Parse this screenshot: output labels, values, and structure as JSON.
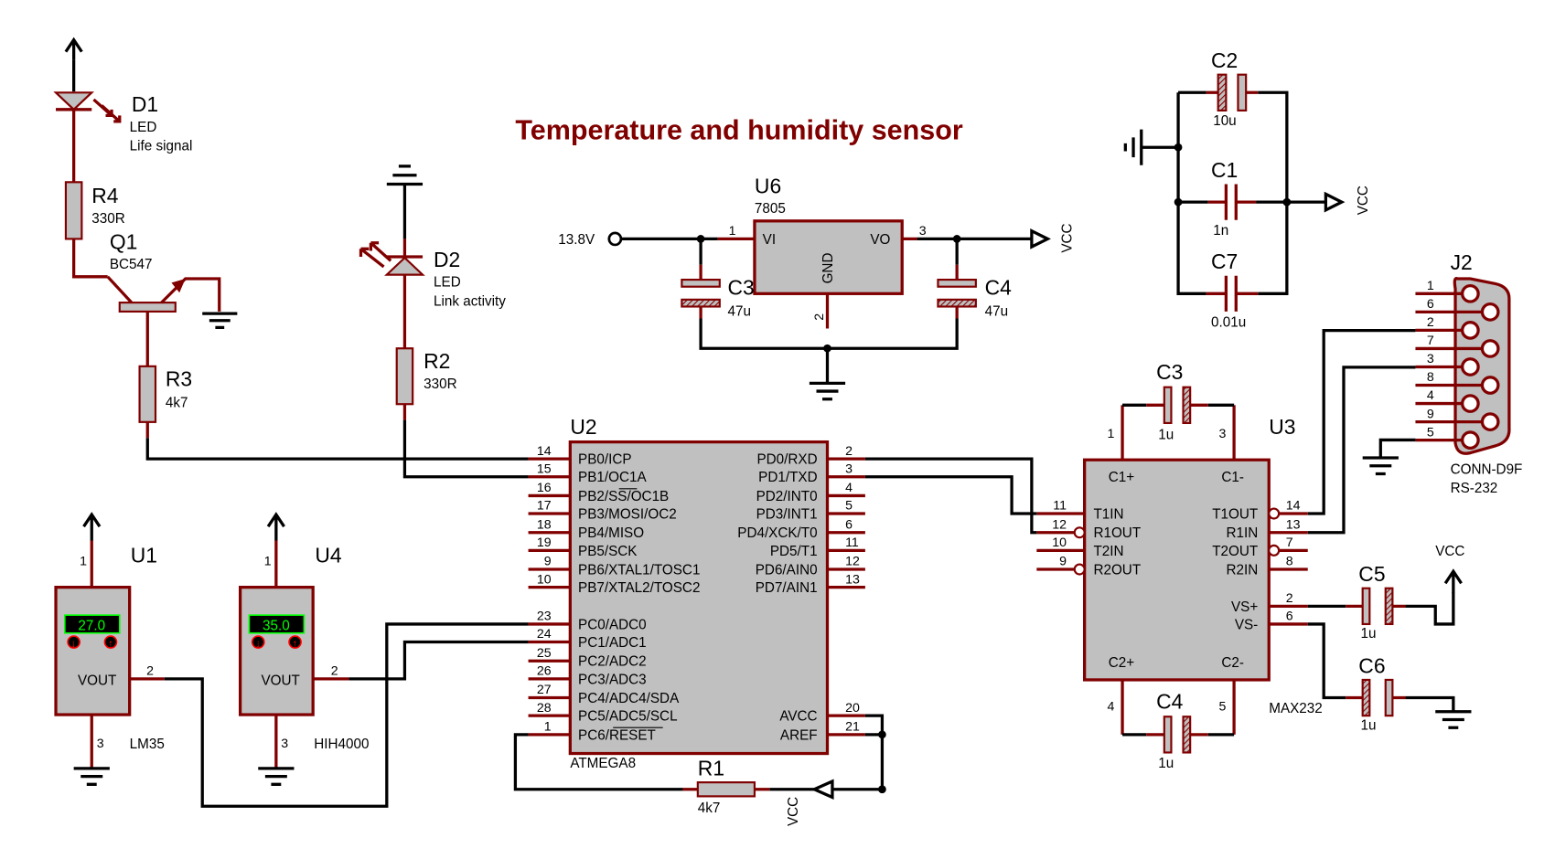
{
  "title": "Temperature and humidity sensor",
  "colors": {
    "wire": "#000000",
    "pin": "#800000",
    "body": "#c0c0c0",
    "title": "#800000",
    "display_text": "#00ff00"
  },
  "nets": {
    "input": "13.8V",
    "vcc": "VCC"
  },
  "d1": {
    "ref": "D1",
    "value": "LED",
    "note": "Life signal"
  },
  "r4": {
    "ref": "R4",
    "value": "330R"
  },
  "q1": {
    "ref": "Q1",
    "value": "BC547"
  },
  "r3": {
    "ref": "R3",
    "value": "4k7"
  },
  "d2": {
    "ref": "D2",
    "value": "LED",
    "note": "Link activity"
  },
  "r2": {
    "ref": "R2",
    "value": "330R"
  },
  "u6": {
    "ref": "U6",
    "value": "7805",
    "vi": "VI",
    "vo": "VO",
    "gnd": "GND",
    "pin_in": "1",
    "pin_out": "3",
    "pin_gnd": "2"
  },
  "c3a": {
    "ref": "C3",
    "value": "47u"
  },
  "c4a": {
    "ref": "C4",
    "value": "47u"
  },
  "c2": {
    "ref": "C2",
    "value": "10u"
  },
  "c1": {
    "ref": "C1",
    "value": "1n"
  },
  "c7": {
    "ref": "C7",
    "value": "0.01u"
  },
  "j2": {
    "ref": "J2",
    "value": "CONN-D9F",
    "note": "RS-232",
    "pins": [
      "1",
      "6",
      "2",
      "7",
      "3",
      "8",
      "4",
      "9",
      "5"
    ]
  },
  "u2": {
    "ref": "U2",
    "value": "ATMEGA8",
    "left_pins": [
      {
        "num": "14",
        "name": "PB0/ICP"
      },
      {
        "num": "15",
        "name": "PB1/OC1A"
      },
      {
        "num": "16",
        "name": "PB2/SS/OC1B"
      },
      {
        "num": "17",
        "name": "PB3/MOSI/OC2"
      },
      {
        "num": "18",
        "name": "PB4/MISO"
      },
      {
        "num": "19",
        "name": "PB5/SCK"
      },
      {
        "num": "9",
        "name": "PB6/XTAL1/TOSC1"
      },
      {
        "num": "10",
        "name": "PB7/XTAL2/TOSC2"
      },
      {
        "num": "23",
        "name": "PC0/ADC0"
      },
      {
        "num": "24",
        "name": "PC1/ADC1"
      },
      {
        "num": "25",
        "name": "PC2/ADC2"
      },
      {
        "num": "26",
        "name": "PC3/ADC3"
      },
      {
        "num": "27",
        "name": "PC4/ADC4/SDA"
      },
      {
        "num": "28",
        "name": "PC5/ADC5/SCL"
      },
      {
        "num": "1",
        "name": "PC6/RESET"
      }
    ],
    "right_pins": [
      {
        "num": "2",
        "name": "PD0/RXD"
      },
      {
        "num": "3",
        "name": "PD1/TXD"
      },
      {
        "num": "4",
        "name": "PD2/INT0"
      },
      {
        "num": "5",
        "name": "PD3/INT1"
      },
      {
        "num": "6",
        "name": "PD4/XCK/T0"
      },
      {
        "num": "11",
        "name": "PD5/T1"
      },
      {
        "num": "12",
        "name": "PD6/AIN0"
      },
      {
        "num": "13",
        "name": "PD7/AIN1"
      },
      {
        "num": "20",
        "name": "AVCC"
      },
      {
        "num": "21",
        "name": "AREF"
      }
    ]
  },
  "u3": {
    "ref": "U3",
    "value": "MAX232",
    "left_pins": [
      {
        "num": "11",
        "name": "T1IN"
      },
      {
        "num": "12",
        "name": "R1OUT"
      },
      {
        "num": "10",
        "name": "T2IN"
      },
      {
        "num": "9",
        "name": "R2OUT"
      }
    ],
    "right_pins": [
      {
        "num": "14",
        "name": "T1OUT"
      },
      {
        "num": "13",
        "name": "R1IN"
      },
      {
        "num": "7",
        "name": "T2OUT"
      },
      {
        "num": "8",
        "name": "R2IN"
      },
      {
        "num": "2",
        "name": "VS+"
      },
      {
        "num": "6",
        "name": "VS-"
      }
    ],
    "top": [
      {
        "num": "1",
        "name": "C1+"
      },
      {
        "num": "3",
        "name": "C1-"
      }
    ],
    "bottom": [
      {
        "num": "4",
        "name": "C2+"
      },
      {
        "num": "5",
        "name": "C2-"
      }
    ]
  },
  "c3b": {
    "ref": "C3",
    "value": "1u"
  },
  "c4b": {
    "ref": "C4",
    "value": "1u"
  },
  "c5": {
    "ref": "C5",
    "value": "1u"
  },
  "c6": {
    "ref": "C6",
    "value": "1u"
  },
  "u1": {
    "ref": "U1",
    "value": "LM35",
    "display": "27.0",
    "out": "VOUT",
    "pin1": "1",
    "pin2": "2",
    "pin3": "3"
  },
  "u4": {
    "ref": "U4",
    "value": "HIH4000",
    "display": "35.0",
    "out": "VOUT",
    "pin1": "1",
    "pin2": "2",
    "pin3": "3"
  },
  "r1": {
    "ref": "R1",
    "value": "4k7"
  }
}
